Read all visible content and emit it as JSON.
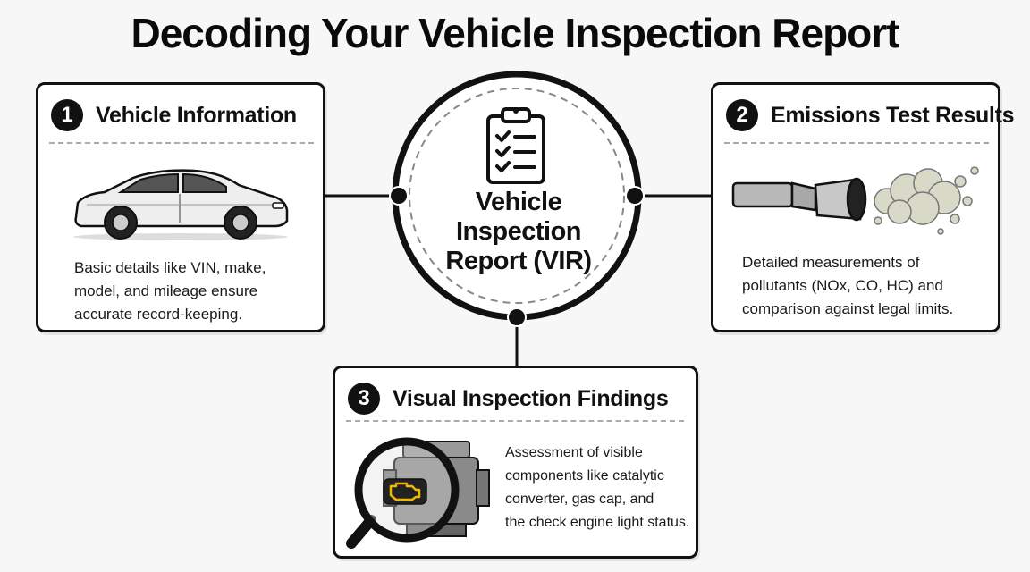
{
  "title": "Decoding Your Vehicle Inspection Report",
  "center": {
    "line1": "Vehicle",
    "line2": "Inspection",
    "line3": "Report (VIR)",
    "icon": "clipboard-checklist-icon"
  },
  "cards": [
    {
      "number": "1",
      "title": "Vehicle Information",
      "icon": "sedan-car-icon",
      "desc": [
        "Basic details like VIN, make,",
        "model, and mileage ensure",
        "accurate record-keeping."
      ]
    },
    {
      "number": "2",
      "title": "Emissions Test Results",
      "icon": "exhaust-pipe-smoke-icon",
      "desc": [
        "Detailed measurements of",
        "pollutants (NOx, CO, HC) and",
        "comparison against legal limits."
      ]
    },
    {
      "number": "3",
      "title": "Visual Inspection Findings",
      "icon": "magnifier-engine-icon",
      "desc": [
        "Assessment of visible",
        "components like catalytic",
        "converter, gas cap, and",
        "the check engine light status."
      ]
    }
  ],
  "colors": {
    "ink": "#111111",
    "check_engine": "#f2b705",
    "background": "#f7f7f7"
  }
}
